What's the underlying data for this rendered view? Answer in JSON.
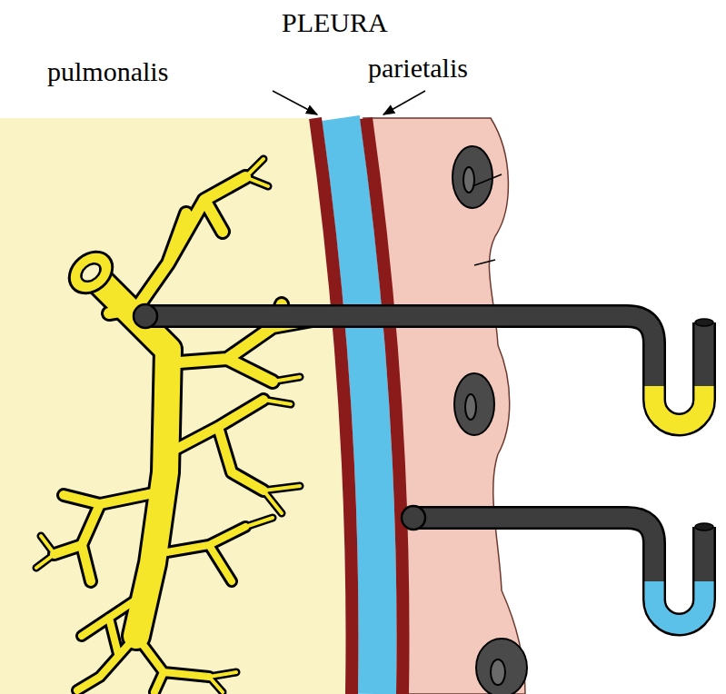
{
  "diagram": {
    "labels": [
      "PLEURA",
      "pulmonalis",
      "parietalis"
    ]
  }
}
